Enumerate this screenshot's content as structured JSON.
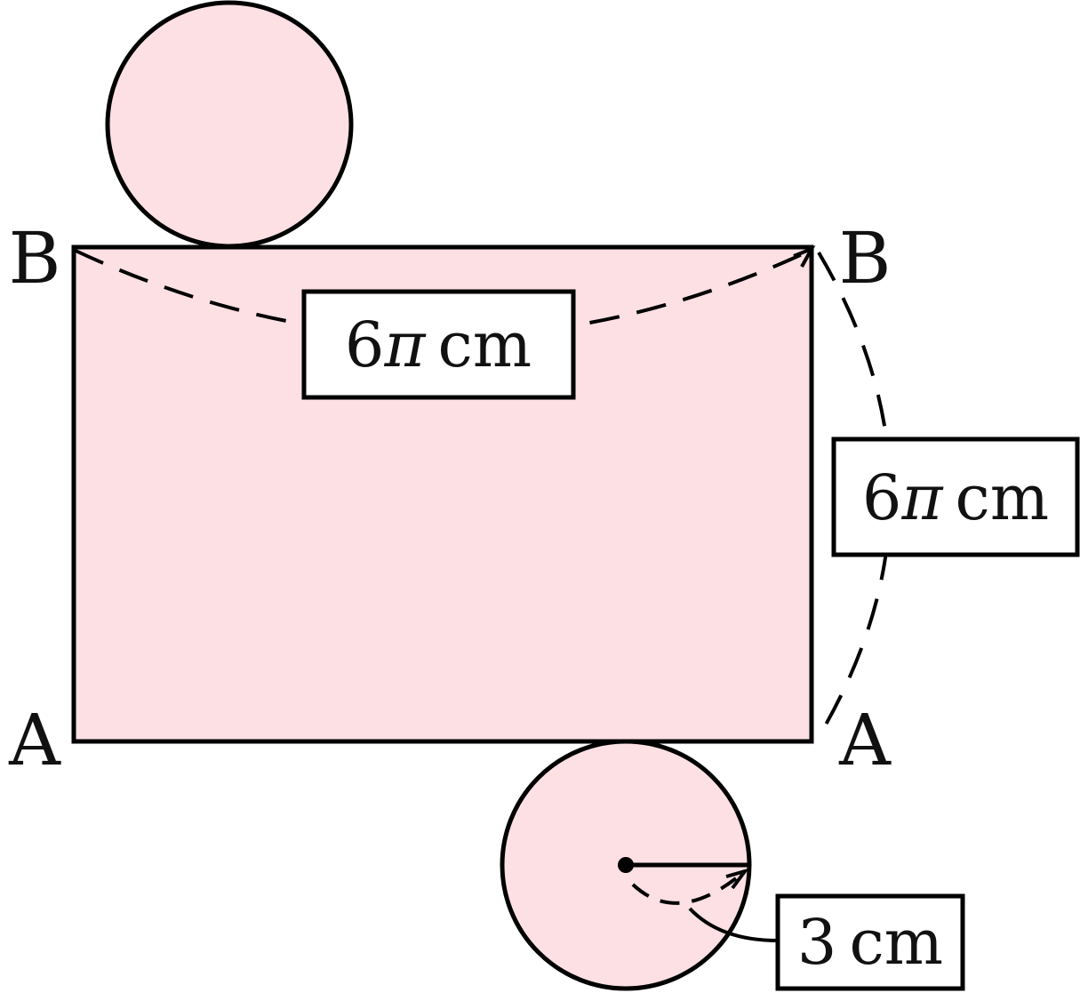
{
  "colors": {
    "fill": "#fce0e4",
    "stroke": "#000000",
    "background": "#ffffff"
  },
  "vertices": {
    "top_left": "B",
    "top_right": "B",
    "bottom_left": "A",
    "bottom_right": "A"
  },
  "labels": {
    "top_width": {
      "num": "6",
      "pi": "π",
      "unit": "cm"
    },
    "side_height": {
      "num": "6",
      "pi": "π",
      "unit": "cm"
    },
    "radius": {
      "num": "3",
      "unit": "cm"
    }
  }
}
